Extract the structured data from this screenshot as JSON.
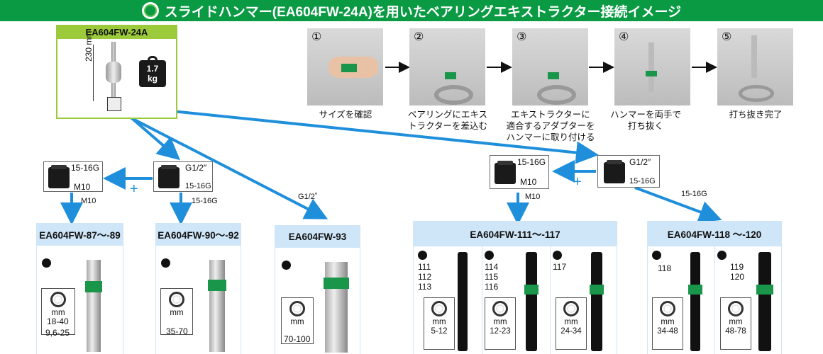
{
  "title": "スライドハンマー(EA604FW-24A)を用いたベアリングエキストラクター接続イメージ",
  "hammer": {
    "model": "EA604FW-24A",
    "length": "230 mm",
    "weight_value": "1.7",
    "weight_unit": "kg"
  },
  "steps": [
    {
      "num": "①",
      "caption": "サイズを確認"
    },
    {
      "num": "②",
      "caption": "ベアリングにエキストラクターを差込む"
    },
    {
      "num": "③",
      "caption": "エキストラクターに適合するアダプターをハンマーに取り付ける"
    },
    {
      "num": "④",
      "caption": "ハンマーを両手で打ち抜く"
    },
    {
      "num": "⑤",
      "caption": "打ち抜き完了"
    }
  ],
  "steps_lines": [
    [
      "サイズを確認"
    ],
    [
      "ベアリングにエキス",
      "トラクターを差込む"
    ],
    [
      "エキストラクターに",
      "適合するアダプターを",
      "ハンマーに取り付ける"
    ],
    [
      "ハンマーを両手で",
      "打ち抜く"
    ],
    [
      "打ち抜き完了"
    ]
  ],
  "adapters": {
    "left_a_top": "15-16G",
    "left_a_bottom": "M10",
    "left_b_top": "G1/2″",
    "left_b_bottom": "15-16G",
    "right_a_top": "15-16G",
    "right_a_bottom": "M10",
    "right_b_top": "G1/2″",
    "right_b_bottom": "15-16G",
    "plus": "+"
  },
  "arrow_labels": {
    "m10_left": "M10",
    "g1516_left": "15-16G",
    "g12": "G1/2˚",
    "m10_right": "M10",
    "g1516_right": "15-16G"
  },
  "groups": [
    {
      "model": "EA604FW-87～-89",
      "range_unit": "mm",
      "range1": "18-40",
      "range2": "9,6-25"
    },
    {
      "model": "EA604FW-90～-92",
      "range_unit": "mm",
      "range1": "35-70"
    },
    {
      "model": "EA604FW-93",
      "range_unit": "mm",
      "range1": "70-100"
    },
    {
      "model": "EA604FW-111～-117",
      "sub": [
        {
          "codes": [
            "111",
            "112",
            "113"
          ],
          "range_unit": "mm",
          "range": "5-12"
        },
        {
          "codes": [
            "114",
            "115",
            "116"
          ],
          "range_unit": "mm",
          "range": "12-23"
        },
        {
          "codes": [
            "117"
          ],
          "range_unit": "mm",
          "range": "24-34"
        }
      ]
    },
    {
      "model": "EA604FW-118 ～-120",
      "sub": [
        {
          "codes": [
            "118"
          ],
          "range_unit": "mm",
          "range": "34-48"
        },
        {
          "codes": [
            "119",
            "120"
          ],
          "range_unit": "mm",
          "range": "48-78"
        }
      ]
    }
  ],
  "colors": {
    "title_green": "#0a9a43",
    "hammer_border": "#9bcb3b",
    "arrow_blue": "#1f8fdc",
    "header_blue": "#cfe6f8"
  }
}
